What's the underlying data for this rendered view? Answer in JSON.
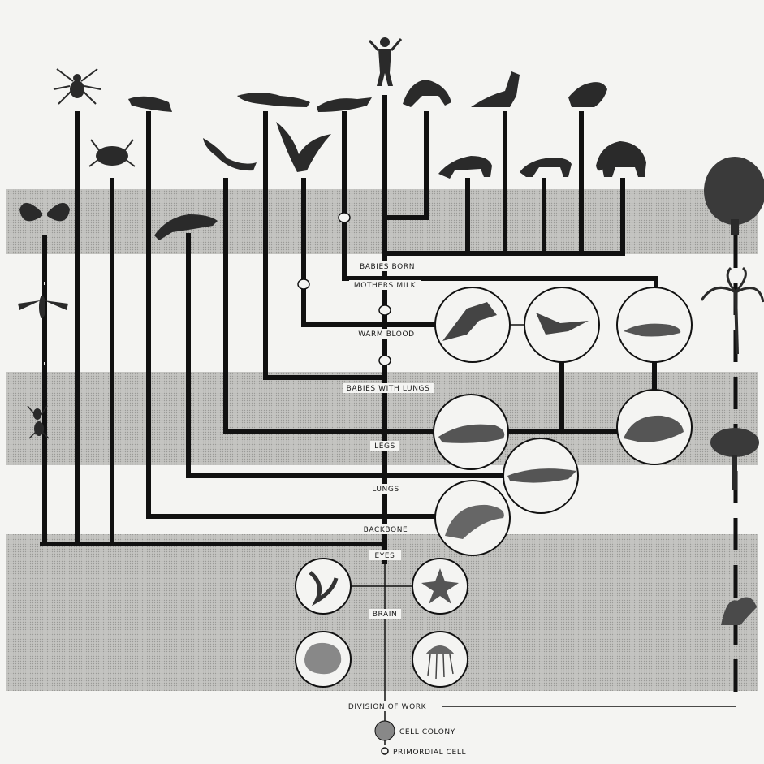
{
  "diagram": {
    "labels": {
      "babies_born": "BABIES BORN",
      "mothers_milk": "MOTHERS MILK",
      "warm_blood": "WARM BLOOD",
      "babies_with_lungs": "BABIES WITH LUNGS",
      "legs": "LEGS",
      "lungs": "LUNGS",
      "backbone": "BACKBONE",
      "eyes": "EYES",
      "brain": "BRAIN",
      "division_of_work": "DIVISION OF WORK",
      "cell_colony": "CELL COLONY",
      "primordial_cell": "PRIMORDIAL CELL"
    },
    "colors": {
      "band": "#b9b9b6",
      "page": "#f4f4f2",
      "line": "#111111"
    },
    "icons": [
      "spider-icon",
      "crab-icon",
      "fish-icon",
      "lizard-icon",
      "eagle-icon",
      "alligator-icon",
      "platypus-icon",
      "human-icon",
      "ape-icon",
      "kangaroo-icon",
      "squirrel-icon",
      "lion-icon",
      "cow-icon",
      "elephant-icon",
      "butterfly-icon",
      "wasp-icon",
      "ant-icon",
      "salamander-icon",
      "oak-tree-icon",
      "palm-tree-icon",
      "flat-tree-icon",
      "seaweed-icon",
      "egg-icon"
    ]
  }
}
